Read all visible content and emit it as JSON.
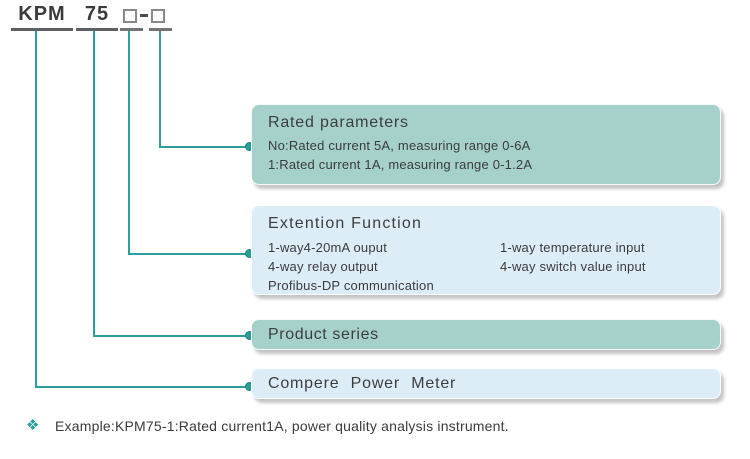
{
  "model_code": {
    "series_prefix": "KPM",
    "series_number": "75",
    "separator": "-",
    "placeholder_1": "",
    "placeholder_2": ""
  },
  "boxes": [
    {
      "id": "rated-parameters",
      "title": "Rated parameters",
      "lines": [
        "No:Rated current 5A, measuring range 0-6A",
        "1:Rated current 1A, measuring range 0-1.2A"
      ],
      "style": "teal"
    },
    {
      "id": "extension-function",
      "title": "Extention Function",
      "columns": {
        "left": [
          "1-way4-20mA ouput",
          "4-way relay output",
          "Profibus-DP communication"
        ],
        "right": [
          "1-way temperature input",
          "4-way switch value input"
        ]
      },
      "style": "blue"
    },
    {
      "id": "product-series",
      "title": "Product series",
      "style": "teal"
    },
    {
      "id": "compere-power-meter",
      "title": "Compere Power Meter",
      "style": "blue"
    }
  ],
  "footer": {
    "bullet_icon": "❖",
    "text": "Example:KPM75-1:Rated current1A, power quality analysis instrument."
  },
  "colors": {
    "accent_teal": "#2d9f9a",
    "teal_box": "#a6d1cb",
    "blue_box": "#dcedf8",
    "text_dark": "#3b3b3d",
    "underline_gray": "#5e5f62"
  }
}
